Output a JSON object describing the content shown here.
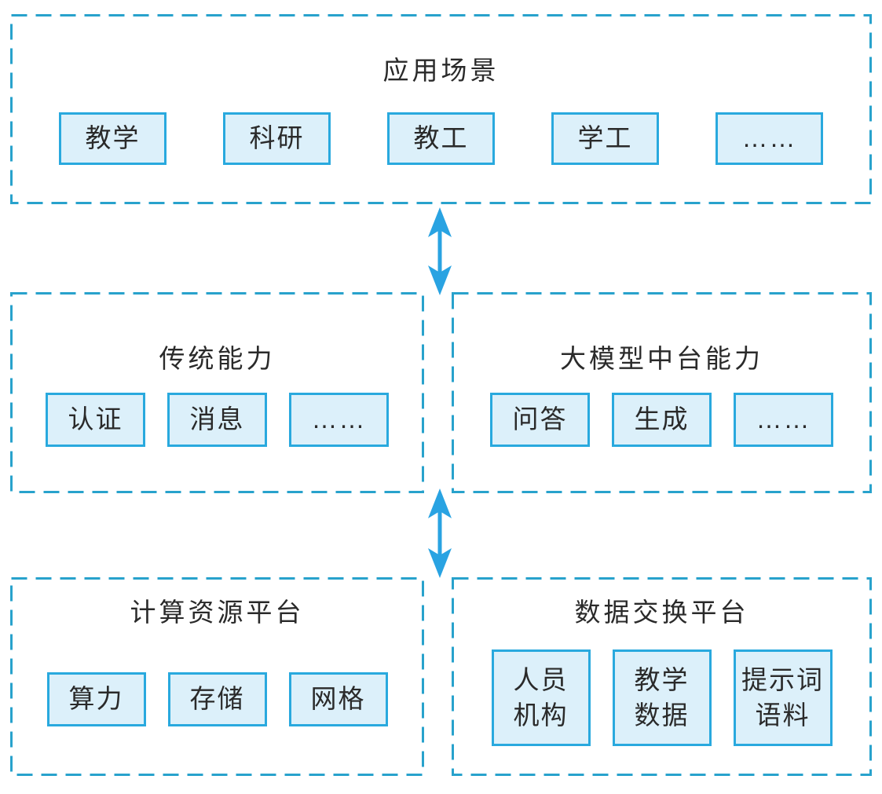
{
  "colors": {
    "dash": "#28a2cc",
    "box_border": "#29a9de",
    "box_fill": "#dcf0fa",
    "arrow": "#29a3e2",
    "text": "#2a2a2a"
  },
  "panels": {
    "application": {
      "title": "应用场景",
      "items": [
        "教学",
        "科研",
        "教工",
        "学工",
        "……"
      ]
    },
    "traditional": {
      "title": "传统能力",
      "items": [
        "认证",
        "消息",
        "……"
      ]
    },
    "llm": {
      "title": "大模型中台能力",
      "items": [
        "问答",
        "生成",
        "……"
      ]
    },
    "compute": {
      "title": "计算资源平台",
      "items": [
        "算力",
        "存储",
        "网格"
      ]
    },
    "exchange": {
      "title": "数据交换平台",
      "items": [
        "人员\n机构",
        "教学\n数据",
        "提示词\n语料"
      ]
    }
  }
}
